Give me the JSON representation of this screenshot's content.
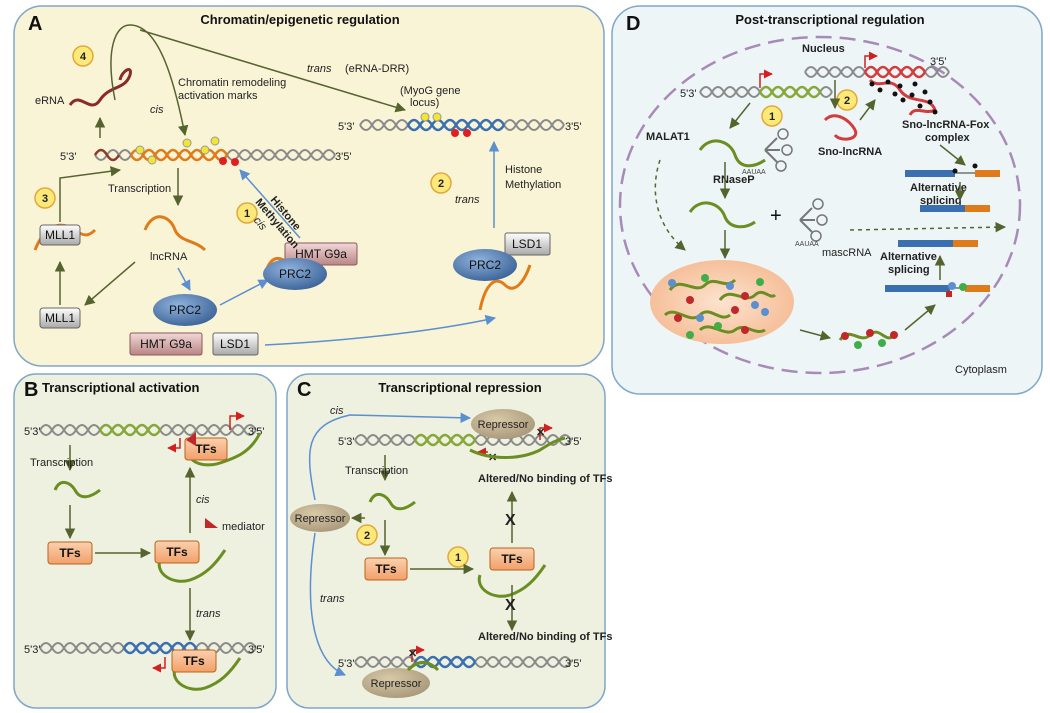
{
  "panels": {
    "A": {
      "letter": "A",
      "title": "Chromatin/epigenetic regulation",
      "labels": {
        "erna": "eRNA",
        "cis1": "cis",
        "chromatin1": "Chromatin remodeling",
        "chromatin2": "activation marks",
        "trans_top": "trans",
        "erna_drr": "(eRNA-DRR)",
        "myog1": "(MyoG gene",
        "myog2": "locus)",
        "transcription": "Transcription",
        "lncrna": "lncRNA",
        "histone1": "Histone",
        "histone2": "Methylation",
        "cis2": "cis",
        "trans2": "trans",
        "histone3": "Histone",
        "histone4": "Methylation",
        "mll1_top": "MLL1",
        "mll1_bottom": "MLL1",
        "prc2_center": "PRC2",
        "prc2_mid": "PRC2",
        "prc2_right": "PRC2",
        "hmt_mid": "HMT G9a",
        "hmt_bottom": "HMT G9a",
        "lsd1_bottom": "LSD1",
        "lsd1_right": "LSD1",
        "dna_left": "5'3'",
        "dna_right": "3'5'",
        "dna2_left": "5'3'",
        "dna2_right": "3'5'"
      },
      "steps": [
        "4",
        "3",
        "1",
        "2"
      ]
    },
    "B": {
      "letter": "B",
      "title": "Transcriptional activation",
      "labels": {
        "transcription": "Transcription",
        "tfs_top": "TFs",
        "tfs_left": "TFs",
        "tfs_center": "TFs",
        "tfs_bottom": "TFs",
        "cis": "cis",
        "trans": "trans",
        "mediator": "mediator",
        "dna_left": "5'3'",
        "dna_right": "3'5'",
        "dna2_left": "5'3'",
        "dna2_right": "3'5'"
      }
    },
    "C": {
      "letter": "C",
      "title": "Transcriptional repression",
      "labels": {
        "cis": "cis",
        "trans": "trans",
        "repressor_top": "Repressor",
        "repressor_left": "Repressor",
        "repressor_bottom": "Repressor",
        "transcription": "Transcription",
        "altered1": "Altered/No binding  of TFs",
        "altered2": "Altered/No binding  of TFs",
        "tfs_left": "TFs",
        "tfs_right": "TFs",
        "dna_left": "5'3'",
        "dna_right": "3'5'",
        "dna2_left": "5'3'",
        "dna2_right": "3'5'"
      },
      "steps": [
        "2",
        "1"
      ]
    },
    "D": {
      "letter": "D",
      "title": "Post-transcriptional regulation",
      "labels": {
        "nucleus": "Nucleus",
        "malat1": "MALAT1",
        "rnasep": "RNaseP",
        "mascrna": "mascRNA",
        "sno1": "Sno-lncRNA-Fox",
        "sno2": "complex",
        "sno_lnc": "Sno-lncRNA",
        "alt1a": "Alternative",
        "alt1b": "splicing",
        "alt2a": "Alternative",
        "alt2b": "splicing",
        "cytoplasm": "Cytoplasm",
        "aauaa1": "AAUAA",
        "aauaa2": "AAUAA",
        "dna_left": "5'3'",
        "dna2_right": "3'5'"
      },
      "steps": [
        "1",
        "2"
      ]
    }
  },
  "colors": {
    "panelA_bg": "#f9f4d6",
    "panelBC_bg": "#eef0e0",
    "panelD_bg": "#eef5f6",
    "panel_border": "#7fa7c9",
    "lncrna_green": "#6b8e23",
    "dna_orange": "#e07b1a",
    "dna_blue": "#3a6fb0",
    "tf_box": "#f6b98a",
    "prc2": "#4a74a8",
    "hmt": "#d9a9a9",
    "step_circle": "#fde97a"
  }
}
